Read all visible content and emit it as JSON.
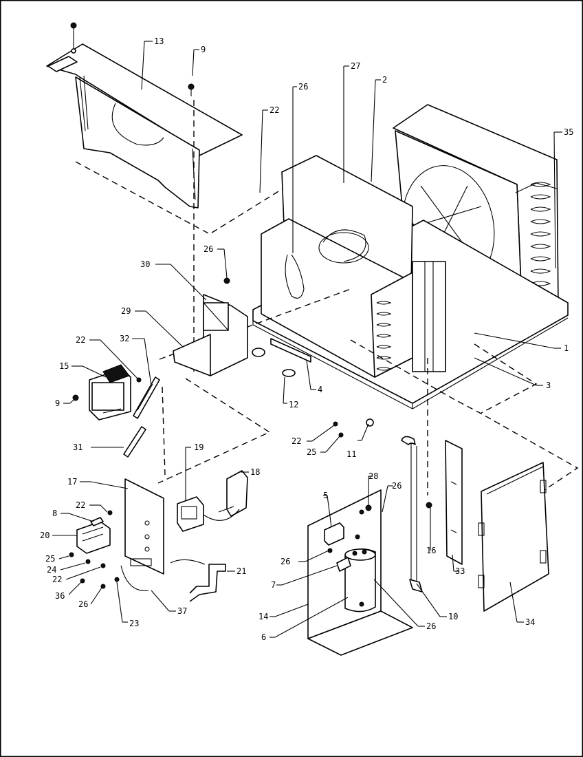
{
  "callouts": [
    {
      "id": "c13",
      "text": "13"
    },
    {
      "id": "c9a",
      "text": "9"
    },
    {
      "id": "c26a",
      "text": "26"
    },
    {
      "id": "c27",
      "text": "27"
    },
    {
      "id": "c2",
      "text": "2"
    },
    {
      "id": "c22a",
      "text": "22"
    },
    {
      "id": "c35",
      "text": "35"
    },
    {
      "id": "c26b",
      "text": "26"
    },
    {
      "id": "c30",
      "text": "30"
    },
    {
      "id": "c29",
      "text": "29"
    },
    {
      "id": "c22b",
      "text": "22"
    },
    {
      "id": "c32",
      "text": "32"
    },
    {
      "id": "c15",
      "text": "15"
    },
    {
      "id": "c9b",
      "text": "9"
    },
    {
      "id": "c1",
      "text": "1"
    },
    {
      "id": "c3",
      "text": "3"
    },
    {
      "id": "c4",
      "text": "4"
    },
    {
      "id": "c12",
      "text": "12"
    },
    {
      "id": "c31",
      "text": "31"
    },
    {
      "id": "c22c",
      "text": "22"
    },
    {
      "id": "c25a",
      "text": "25"
    },
    {
      "id": "c11",
      "text": "11"
    },
    {
      "id": "c19",
      "text": "19"
    },
    {
      "id": "c18",
      "text": "18"
    },
    {
      "id": "c17",
      "text": "17"
    },
    {
      "id": "c22d",
      "text": "22"
    },
    {
      "id": "c8",
      "text": "8"
    },
    {
      "id": "c20",
      "text": "20"
    },
    {
      "id": "c25b",
      "text": "25"
    },
    {
      "id": "c24",
      "text": "24"
    },
    {
      "id": "c22e",
      "text": "22"
    },
    {
      "id": "c36",
      "text": "36"
    },
    {
      "id": "c26c",
      "text": "26"
    },
    {
      "id": "c23",
      "text": "23"
    },
    {
      "id": "c37",
      "text": "37"
    },
    {
      "id": "c21",
      "text": "21"
    },
    {
      "id": "c5",
      "text": "5"
    },
    {
      "id": "c28",
      "text": "28"
    },
    {
      "id": "c26d",
      "text": "26"
    },
    {
      "id": "c26e",
      "text": "26"
    },
    {
      "id": "c7",
      "text": "7"
    },
    {
      "id": "c14",
      "text": "14"
    },
    {
      "id": "c6",
      "text": "6"
    },
    {
      "id": "c26f",
      "text": "26"
    },
    {
      "id": "c16",
      "text": "16"
    },
    {
      "id": "c10",
      "text": "10"
    },
    {
      "id": "c33",
      "text": "33"
    },
    {
      "id": "c34",
      "text": "34"
    }
  ]
}
